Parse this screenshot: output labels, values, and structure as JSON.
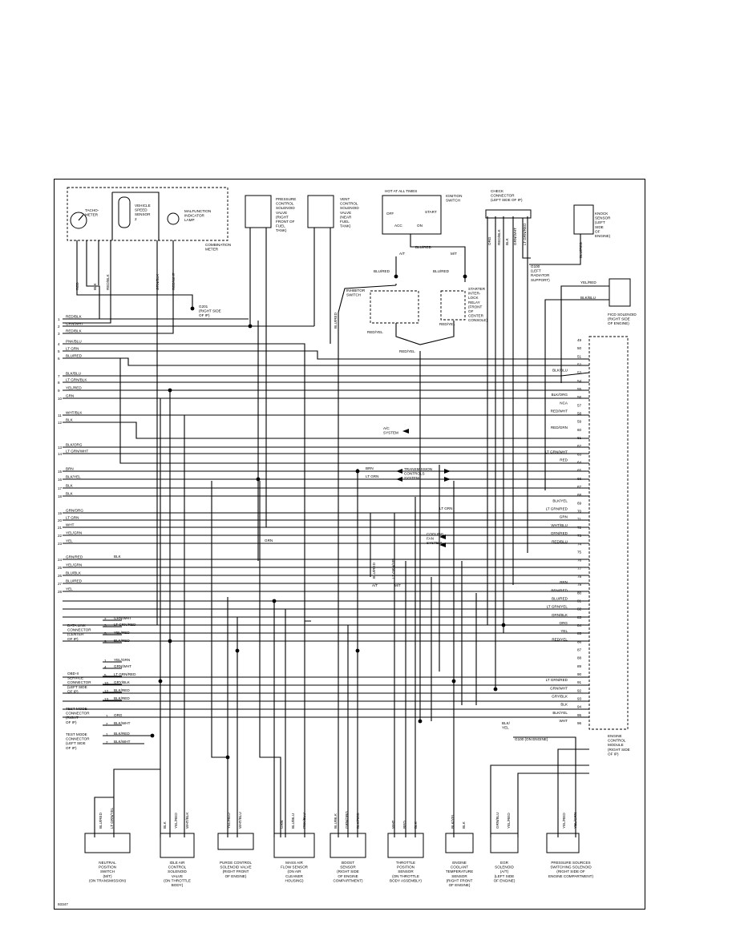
{
  "diagram_id": "93347",
  "meter": {
    "tachometer": "TACHO-\nMETER",
    "vss": "VEHICLE\nSPEED\nSENSOR\n2",
    "mil": "MALFUNCTION\nINDICATOR\nLAMP",
    "combination": "COMBINATION\nMETER",
    "wires": [
      "RED",
      "BLK",
      "RED/BLK",
      "GRN/BLK",
      "RED/WHT"
    ]
  },
  "ground_g201": "G201\n(RIGHT SIDE\nOF IP)",
  "pressure_valve": "PRESSURE\nCONTROL\nSOLENOID\nVALVE\n(RIGHT\nFRONT OF\nFUEL\nTANK)",
  "vent_valve": "VENT\nCONTROL\nSOLENOID\nVALVE\n(NEAR\nFUEL\nTANK)",
  "ignition": {
    "header": "HOT AT ALL TIMES",
    "label": "IGNITION\nSWITCH",
    "off": "OFF",
    "start": "START",
    "acc": "ACC",
    "on": "ON",
    "wire": "BLU/RED",
    "at": "A/T",
    "mt": "M/T"
  },
  "check_connector": {
    "label": "CHECK\nCONNECTOR\n(LEFT SIDE OF IP)",
    "wires": [
      "ORG",
      "RED/BLK",
      "BLK",
      "GRN/WHT",
      "LT GRN/RED"
    ]
  },
  "ground_g100": "G100\n(LEFT\nRADIATOR\nSUPPORT)",
  "knock_sensor": "KNOCK\nSENSOR\n(LEFT\nSIDE\nOF\nENGINE)",
  "knock_wire": "BLU/RED",
  "inhibitor_switch": "INHIBITOR\nSWITCH",
  "starter_relay": "STARTER\nINTER-\nLOCK\nRELAY\n(FRONT\nOF\nCENTER\nCONSOLE)",
  "relay_wires": [
    "BLU/RED",
    "BLU/RED",
    "RED/YEL",
    "RED/YEL",
    "RED/YEL"
  ],
  "ficd": {
    "label": "FICD SOLENOID\n(RIGHT SIDE\nOF ENGINE)",
    "w1": "YEL/RED",
    "w2": "BLK/BLU"
  },
  "left_pins": [
    {
      "n": "1",
      "w": "RED/BLK"
    },
    {
      "n": "2",
      "w": "GRN/WHT"
    },
    {
      "n": "3",
      "w": "RED/BLK"
    },
    {
      "n": "4",
      "w": "PNK/BLU"
    },
    {
      "n": "5",
      "w": "LT GRN"
    },
    {
      "n": "6",
      "w": "BLU/RED"
    },
    {
      "n": "7",
      "w": "BLK/BLU"
    },
    {
      "n": "8",
      "w": "LT GRN/BLK"
    },
    {
      "n": "9",
      "w": "YEL/RED"
    },
    {
      "n": "10",
      "w": "GRN"
    },
    {
      "n": "11",
      "w": "WHT/BLK"
    },
    {
      "n": "12",
      "w": "BLK"
    },
    {
      "n": "13",
      "w": "BLK/ORG"
    },
    {
      "n": "14",
      "w": "LT GRN/WHT"
    },
    {
      "n": "15",
      "w": "BRN"
    },
    {
      "n": "16",
      "w": "BLK/YEL"
    },
    {
      "n": "17",
      "w": "BLK"
    },
    {
      "n": "18",
      "w": "BLK"
    },
    {
      "n": "19",
      "w": "GRN/ORG"
    },
    {
      "n": "20",
      "w": "LT GRN"
    },
    {
      "n": "21",
      "w": "WHT"
    },
    {
      "n": "22",
      "w": "YEL/GRN"
    },
    {
      "n": "23",
      "w": "YEL"
    },
    {
      "n": "24",
      "w": "GRN/RED"
    },
    {
      "n": "25",
      "w": "YEL/GRN"
    },
    {
      "n": "26",
      "w": "BLU/BLK"
    },
    {
      "n": "27",
      "w": "BLU/RED"
    },
    {
      "n": "28",
      "w": "YEL"
    }
  ],
  "right_pins": [
    {
      "n": "49",
      "w": ""
    },
    {
      "n": "50",
      "w": ""
    },
    {
      "n": "51",
      "w": ""
    },
    {
      "n": "52",
      "w": ""
    },
    {
      "n": "53",
      "w": "BLK/BLU"
    },
    {
      "n": "54",
      "w": ""
    },
    {
      "n": "55",
      "w": ""
    },
    {
      "n": "56",
      "w": "BLK/ORG"
    },
    {
      "n": "57",
      "w": "NCA"
    },
    {
      "n": "58",
      "w": "RED/WHT"
    },
    {
      "n": "59",
      "w": ""
    },
    {
      "n": "60",
      "w": "RED/GRN"
    },
    {
      "n": "61",
      "w": ""
    },
    {
      "n": "62",
      "w": ""
    },
    {
      "n": "63",
      "w": "LT GRN/WHT"
    },
    {
      "n": "64",
      "w": "RED"
    },
    {
      "n": "65",
      "w": ""
    },
    {
      "n": "66",
      "w": ""
    },
    {
      "n": "67",
      "w": ""
    },
    {
      "n": "68",
      "w": ""
    },
    {
      "n": "69",
      "w": "BLK/YEL"
    },
    {
      "n": "70",
      "w": "LT GRN/RED"
    },
    {
      "n": "71",
      "w": "GRN"
    },
    {
      "n": "72",
      "w": "WHT/BLU"
    },
    {
      "n": "73",
      "w": "GRN/RED"
    },
    {
      "n": "74",
      "w": "RED/BLU"
    },
    {
      "n": "75",
      "w": ""
    },
    {
      "n": "76",
      "w": ""
    },
    {
      "n": "77",
      "w": ""
    },
    {
      "n": "78",
      "w": ""
    },
    {
      "n": "79",
      "w": "BRN"
    },
    {
      "n": "80",
      "w": "BRN/RED"
    },
    {
      "n": "81",
      "w": "BLU/RED"
    },
    {
      "n": "82",
      "w": "LT GRN/YEL"
    },
    {
      "n": "83",
      "w": "GRN/BLK"
    },
    {
      "n": "84",
      "w": "ORG"
    },
    {
      "n": "85",
      "w": "YEL"
    },
    {
      "n": "86",
      "w": "RED/YEL"
    },
    {
      "n": "87",
      "w": ""
    },
    {
      "n": "88",
      "w": ""
    },
    {
      "n": "89",
      "w": ""
    },
    {
      "n": "90",
      "w": ""
    },
    {
      "n": "91",
      "w": "LT GRN/RED"
    },
    {
      "n": "92",
      "w": "GRN/WHT"
    },
    {
      "n": "93",
      "w": "GRY/BLK"
    },
    {
      "n": "94",
      "w": "BLK"
    },
    {
      "n": "95",
      "w": "BLK/YEL"
    },
    {
      "n": "96",
      "w": "WHT"
    }
  ],
  "ecm_label": "ENGINE\nCONTROL\nMODULE\n(RIGHT SIDE\nOF IP)",
  "ac_system": "A/C\nSYSTEM",
  "trans_controls": "TRANSMISSION\nCONTROLS\nSYSTEM",
  "trans_wires": [
    "BRN",
    "LT GRN"
  ],
  "cooling_fan": "COOLING\nFAN\nSYSTEM",
  "mid_labels": {
    "grn": "GRN",
    "blk": "BLK",
    "ltgrn": "LT GRN",
    "ncа": "NCA",
    "at": "A/T",
    "mt": "M/T",
    "blu_red": "BLU/RED",
    "lt_grn_yel": "LT GRN/YEL"
  },
  "dlc": {
    "label": "DATA LINK\nCONNECTOR\n(CENTER\nOF IP)",
    "pins": [
      {
        "n": "2",
        "w": "GRN/WHT"
      },
      {
        "n": "3",
        "w": "LT GRN/RED"
      },
      {
        "n": "5",
        "w": "YEL/RED"
      },
      {
        "n": "9",
        "w": "BLK/RED"
      }
    ]
  },
  "obd": {
    "label": "OBD-II\nSERVICE\nCONNECTOR\n(LEFT SIDE\nOF IP)",
    "pins": [
      {
        "n": "1",
        "w": "YEL/GRN"
      },
      {
        "n": "4",
        "w": "GRN/WHT"
      },
      {
        "n": "5",
        "w": "LT GRN/RED"
      },
      {
        "n": "10",
        "w": "GRY/BLK"
      },
      {
        "n": "12",
        "w": "BLK/RED"
      },
      {
        "n": "13",
        "w": "BLK/RED"
      }
    ]
  },
  "test_right": {
    "label": "TEST MODE\nCONNECTOR\n(RIGHT\nOF IP)",
    "pins": [
      {
        "n": "1",
        "w": "ORG"
      },
      {
        "n": "2",
        "w": "BLK/WHT"
      }
    ]
  },
  "test_left": {
    "label": "TEST MODE\nCONNECTOR\n(LEFT SIDE\nOF IP)",
    "pins": [
      {
        "n": "1",
        "w": "BLK/RED"
      },
      {
        "n": "2",
        "w": "BLK/WHT"
      }
    ]
  },
  "ground_g100b": "G100 (ON ENGINE)",
  "blk_yel": "BLK/\nYEL",
  "bottom": [
    {
      "id": "neutral",
      "label": "NEUTRAL\nPOSITION\nSWITCH\n(M/T)\n(ON TRANSMISSION)",
      "wires": [
        "BLU/RED",
        "LT GRN/YEL"
      ]
    },
    {
      "id": "iac",
      "label": "IDLE AIR\nCONTROL\nSOLENOID\nVALVE\n(ON THROTTLE\nBODY)",
      "wires": [
        "BLK",
        "YEL/RED",
        "WHT/BLK"
      ]
    },
    {
      "id": "purge",
      "label": "PURGE CONTROL\nSOLENOID VALVE\n(RIGHT FRONT\nOF ENGINE)",
      "wires": [
        "YEL/RED",
        "WHT/BLU"
      ]
    },
    {
      "id": "maf",
      "label": "MASS AIR\nFLOW SENSOR\n(ON AIR\nCLEANER\nHOUSING)",
      "wires": [
        "GRN",
        "BLU/BLU",
        "PNK/BLU"
      ]
    },
    {
      "id": "boost",
      "label": "BOOST\nSENSOR\n(RIGHT SIDE\nOF ENGINE\nCOMPARTMENT)",
      "wires": [
        "BLU/BLK",
        "GRN/ORG",
        "BLK/RED"
      ]
    },
    {
      "id": "tps",
      "label": "THROTTLE\nPOSITION\nSENSOR\n(ON THROTTLE\nBODY ASSEMBLY)",
      "wires": [
        "WHT",
        "RED",
        "BLK"
      ]
    },
    {
      "id": "ect",
      "label": "ENGINE\nCOOLANT\nTEMPERATURE\nSENSOR\n(RIGHT FRONT\nOF ENGINE)",
      "wires": [
        "BLK/YEL",
        "BLK"
      ]
    },
    {
      "id": "egr",
      "label": "EGR\nSOLENOID\n(A/T)\n(LEFT SIDE\nOF ENGINE)",
      "wires": [
        "GRN/BLU",
        "YEL/RED"
      ]
    },
    {
      "id": "pss",
      "label": "PRESSURE SOURCES\nSWITCHING SOLENOID\n(RIGHT SIDE OF\nENGINE COMPARTMENT)",
      "wires": [
        "YEL/RED",
        "YEL/GRN"
      ]
    }
  ]
}
